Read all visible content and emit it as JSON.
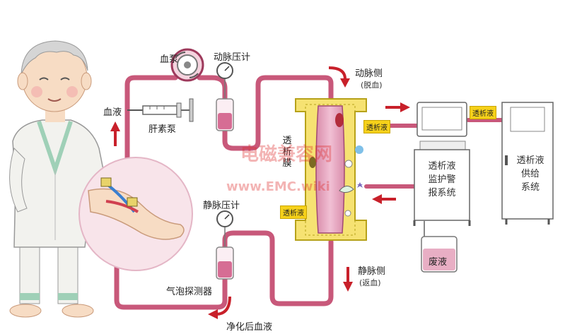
{
  "labels": {
    "blood_pump": "血泵",
    "arterial_pressure_gauge": "动脉压计",
    "arterial_side": "动脉侧",
    "arterial_side_sub": "(脱血)",
    "blood": "血液",
    "heparin_pump": "肝素泵",
    "dialysis_membrane": "透析膜",
    "venous_pressure_gauge": "静脉压计",
    "bubble_detector": "气泡探测器",
    "venous_side": "静脉侧",
    "venous_side_sub": "(返血)",
    "purified_blood": "净化后血液",
    "monitor_alarm_system": "透析液\n监护警\n报系统",
    "supply_system": "透析液\n供给\n系统",
    "waste_liquid": "废液"
  },
  "tags": {
    "dialysate_in_dialyzer": "透析液",
    "dialysate_out_dialyzer": "透析液",
    "dialysate_supply": "透析液"
  },
  "watermark": {
    "line1": "电磁兼容网",
    "line2": "www.EMC.wiki"
  },
  "colors": {
    "tubing": "#c8587a",
    "tubing_dark": "#9e3a5c",
    "arrow_red": "#c8202a",
    "dialyzer_yellow": "#f6e272",
    "dialyzer_core": "#e9a7c2",
    "skin": "#f7dcc4",
    "gown": "#f2f2ee",
    "gown_trim": "#9fd0b7"
  }
}
